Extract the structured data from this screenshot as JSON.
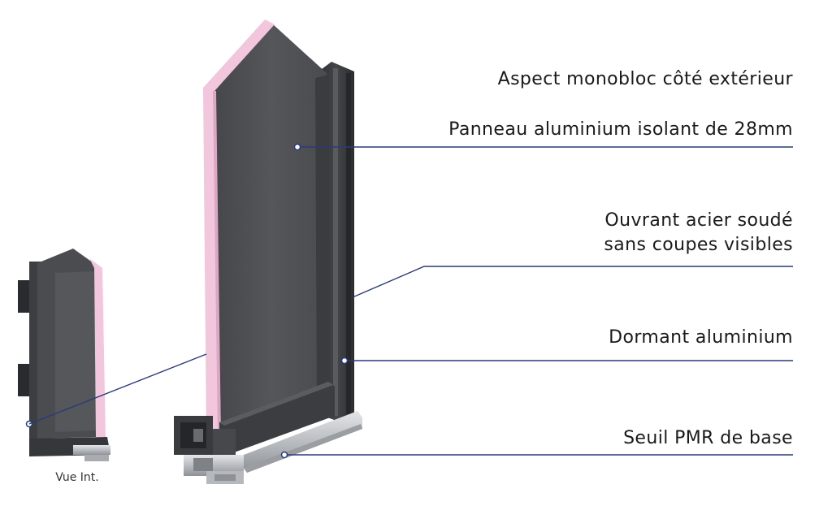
{
  "callouts": {
    "aspect": "Aspect monobloc côté extérieur",
    "panneau": "Panneau aluminium isolant de 28mm",
    "ouvrant_line1": "Ouvrant acier soudé",
    "ouvrant_line2": "sans coupes visibles",
    "dormant": "Dormant aluminium",
    "seuil": "Seuil PMR de base"
  },
  "view_caption": "Vue Int.",
  "colors": {
    "panel_gray": "#4a4b4f",
    "frame_dark": "#3a3b3f",
    "insulation_pink": "#f2c6dd",
    "threshold_silver": "#c8cacd",
    "leader_line": "#2a3a7a"
  }
}
